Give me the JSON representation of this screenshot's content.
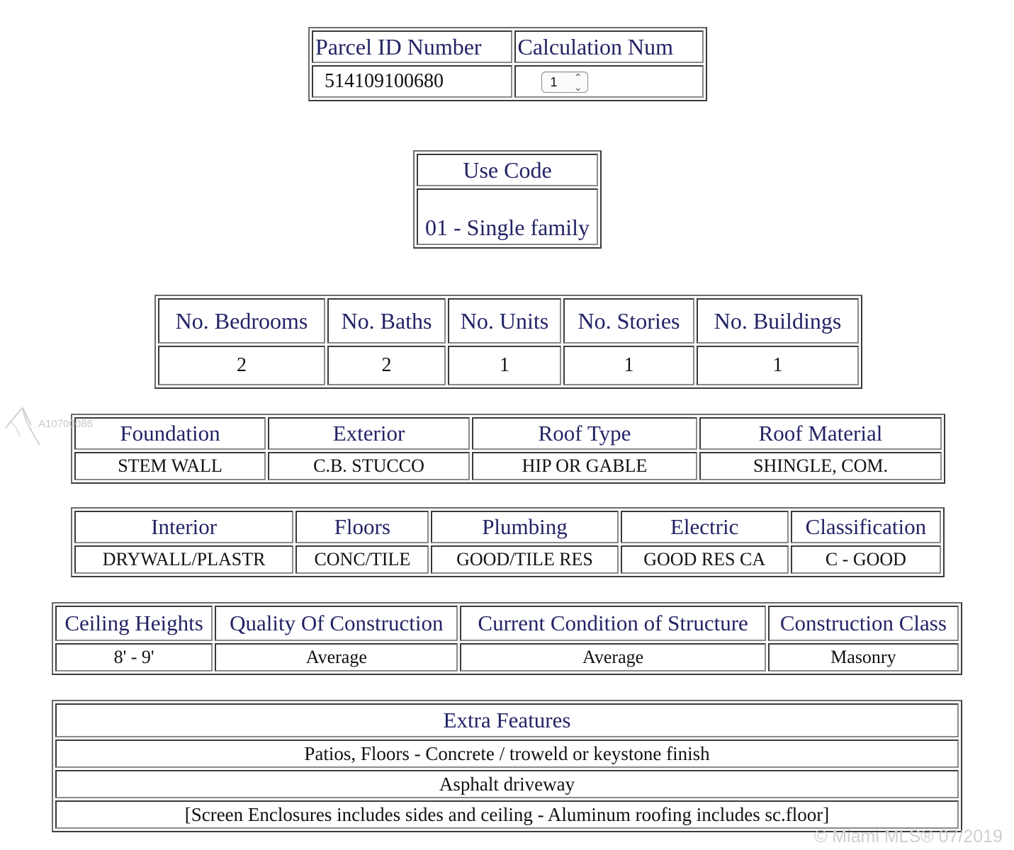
{
  "parcel": {
    "headers": [
      "Parcel ID Number",
      "Calculation Num"
    ],
    "parcel_id": "514109100680",
    "calculation_selected": "1"
  },
  "use_code": {
    "header": "Use Code",
    "value": "01 - Single family"
  },
  "counts": {
    "headers": [
      "No. Bedrooms",
      "No. Baths",
      "No. Units",
      "No. Stories",
      "No. Buildings"
    ],
    "values": [
      "2",
      "2",
      "1",
      "1",
      "1"
    ]
  },
  "structure": {
    "headers": [
      "Foundation",
      "Exterior",
      "Roof Type",
      "Roof Material"
    ],
    "values": [
      "STEM WALL",
      "C.B. STUCCO",
      "HIP OR GABLE",
      "SHINGLE, COM."
    ]
  },
  "interior": {
    "headers": [
      "Interior",
      "Floors",
      "Plumbing",
      "Electric",
      "Classification"
    ],
    "values": [
      "DRYWALL/PLASTR",
      "CONC/TILE",
      "GOOD/TILE RES",
      "GOOD RES CA",
      "C - GOOD"
    ]
  },
  "construction": {
    "headers": [
      "Ceiling Heights",
      "Quality Of Construction",
      "Current Condition of Structure",
      "Construction Class"
    ],
    "values": [
      "8' - 9'",
      "Average",
      "Average",
      "Masonry"
    ]
  },
  "extra_features": {
    "header": "Extra Features",
    "items": [
      "Patios, Floors - Concrete / troweld or keystone finish",
      "Asphalt driveway",
      "[Screen Enclosures includes sides and ceiling - Aluminum roofing includes sc.floor]"
    ]
  },
  "watermark": {
    "listing_id": "A10700086",
    "copyright": "© Miami MLS® 07/2019"
  }
}
